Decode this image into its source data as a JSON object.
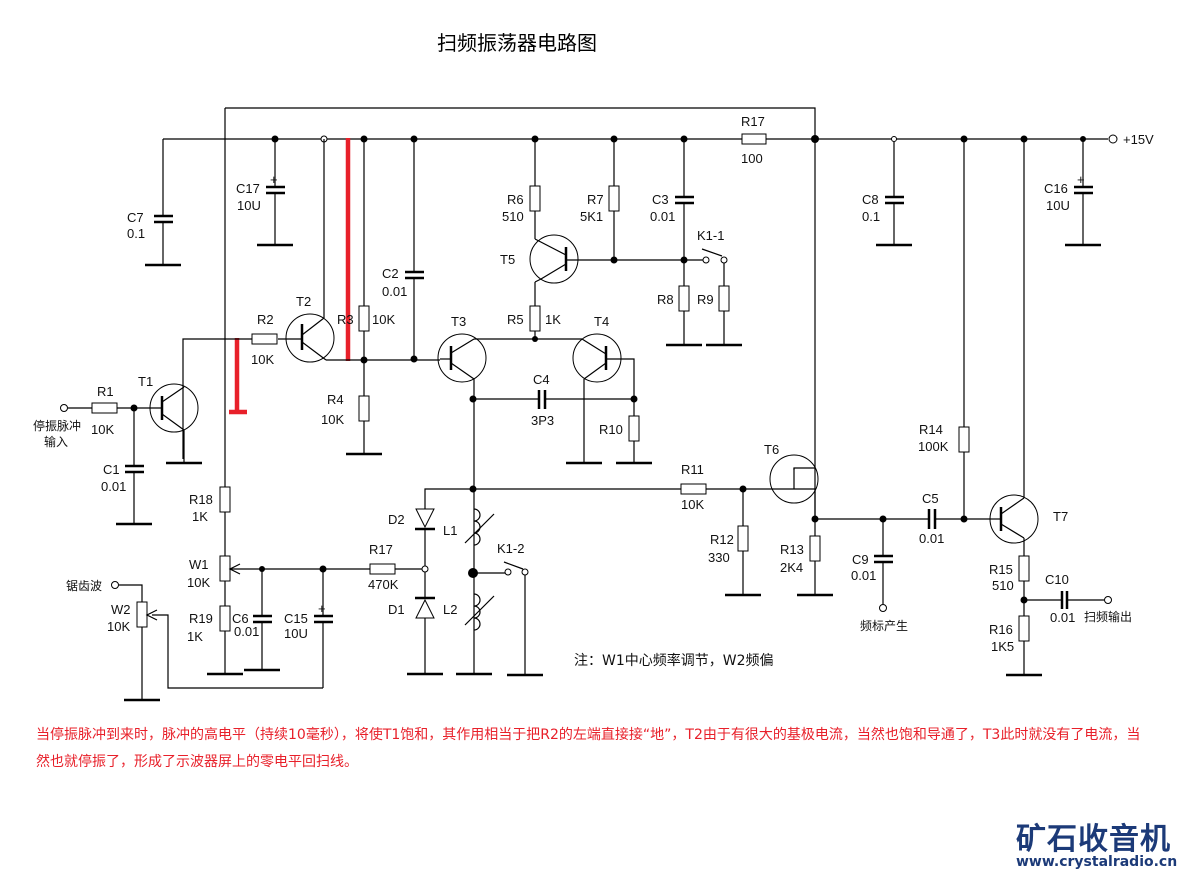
{
  "title": "扫频振荡器电路图",
  "supply": "+15V",
  "components": {
    "C7": {
      "ref": "C7",
      "value": "0.1"
    },
    "C17": {
      "ref": "C17",
      "value": "10U"
    },
    "C2": {
      "ref": "C2",
      "value": "0.01"
    },
    "R1": {
      "ref": "R1",
      "value": "10K"
    },
    "R2": {
      "ref": "R2",
      "value": "10K"
    },
    "R3": {
      "ref": "R3",
      "value": "10K"
    },
    "R4": {
      "ref": "R4",
      "value": "10K"
    },
    "T1": {
      "ref": "T1"
    },
    "T2": {
      "ref": "T2"
    },
    "T3": {
      "ref": "T3"
    },
    "T4": {
      "ref": "T4"
    },
    "T5": {
      "ref": "T5"
    },
    "T6": {
      "ref": "T6"
    },
    "T7": {
      "ref": "T7"
    },
    "C1": {
      "ref": "C1",
      "value": "0.01"
    },
    "R6": {
      "ref": "R6",
      "value": "510"
    },
    "R7": {
      "ref": "R7",
      "value": "5K1"
    },
    "C3": {
      "ref": "C3",
      "value": "0.01"
    },
    "R17a": {
      "ref": "R17",
      "value": "100"
    },
    "K1_1": {
      "ref": "K1-1"
    },
    "R8": {
      "ref": "R8"
    },
    "R9": {
      "ref": "R9"
    },
    "R5": {
      "ref": "R5",
      "value": "1K"
    },
    "C4": {
      "ref": "C4",
      "value": "3P3"
    },
    "R10": {
      "ref": "R10"
    },
    "C8": {
      "ref": "C8",
      "value": "0.1"
    },
    "C16": {
      "ref": "C16",
      "value": "10U"
    },
    "R11": {
      "ref": "R11",
      "value": "10K"
    },
    "R12": {
      "ref": "R12",
      "value": "330"
    },
    "R13": {
      "ref": "R13",
      "value": "2K4"
    },
    "C9": {
      "ref": "C9",
      "value": "0.01"
    },
    "R14": {
      "ref": "R14",
      "value": "100K"
    },
    "C5": {
      "ref": "C5",
      "value": "0.01"
    },
    "R15": {
      "ref": "R15",
      "value": "510"
    },
    "C10": {
      "ref": "C10",
      "value": "0.01"
    },
    "R16": {
      "ref": "R16",
      "value": "1K5"
    },
    "R18": {
      "ref": "R18",
      "value": "1K"
    },
    "W1": {
      "ref": "W1",
      "value": "10K"
    },
    "R19": {
      "ref": "R19",
      "value": "1K"
    },
    "C6": {
      "ref": "C6",
      "value": "0.01"
    },
    "C15": {
      "ref": "C15",
      "value": "10U"
    },
    "W2": {
      "ref": "W2",
      "value": "10K"
    },
    "R17b": {
      "ref": "R17",
      "value": "470K"
    },
    "D1": {
      "ref": "D1"
    },
    "D2": {
      "ref": "D2"
    },
    "L1": {
      "ref": "L1"
    },
    "L2": {
      "ref": "L2"
    },
    "K1_2": {
      "ref": "K1-2"
    }
  },
  "terminals": {
    "stop_input_line1": "停振脉冲",
    "stop_input_line2": "输入",
    "sawtooth": "锯齿波",
    "marker": "频标产生",
    "sweep_out": "扫频输出"
  },
  "note": "注：W1中心频率调节，W2频偏",
  "description": "当停振脉冲到来时，脉冲的高电平（持续10毫秒），将使T1饱和，其作用相当于把R2的左端直接接“地”，T2由于有很大的基极电流，当然也饱和导通了，T3此时就没有了电流，当然也就停振了，形成了示波器屏上的零电平回扫线。",
  "logo": {
    "name": "矿石收音机",
    "url": "www.crystalradio.cn"
  },
  "colors": {
    "highlight": "#e8202a",
    "logo": "#1c3a78"
  }
}
